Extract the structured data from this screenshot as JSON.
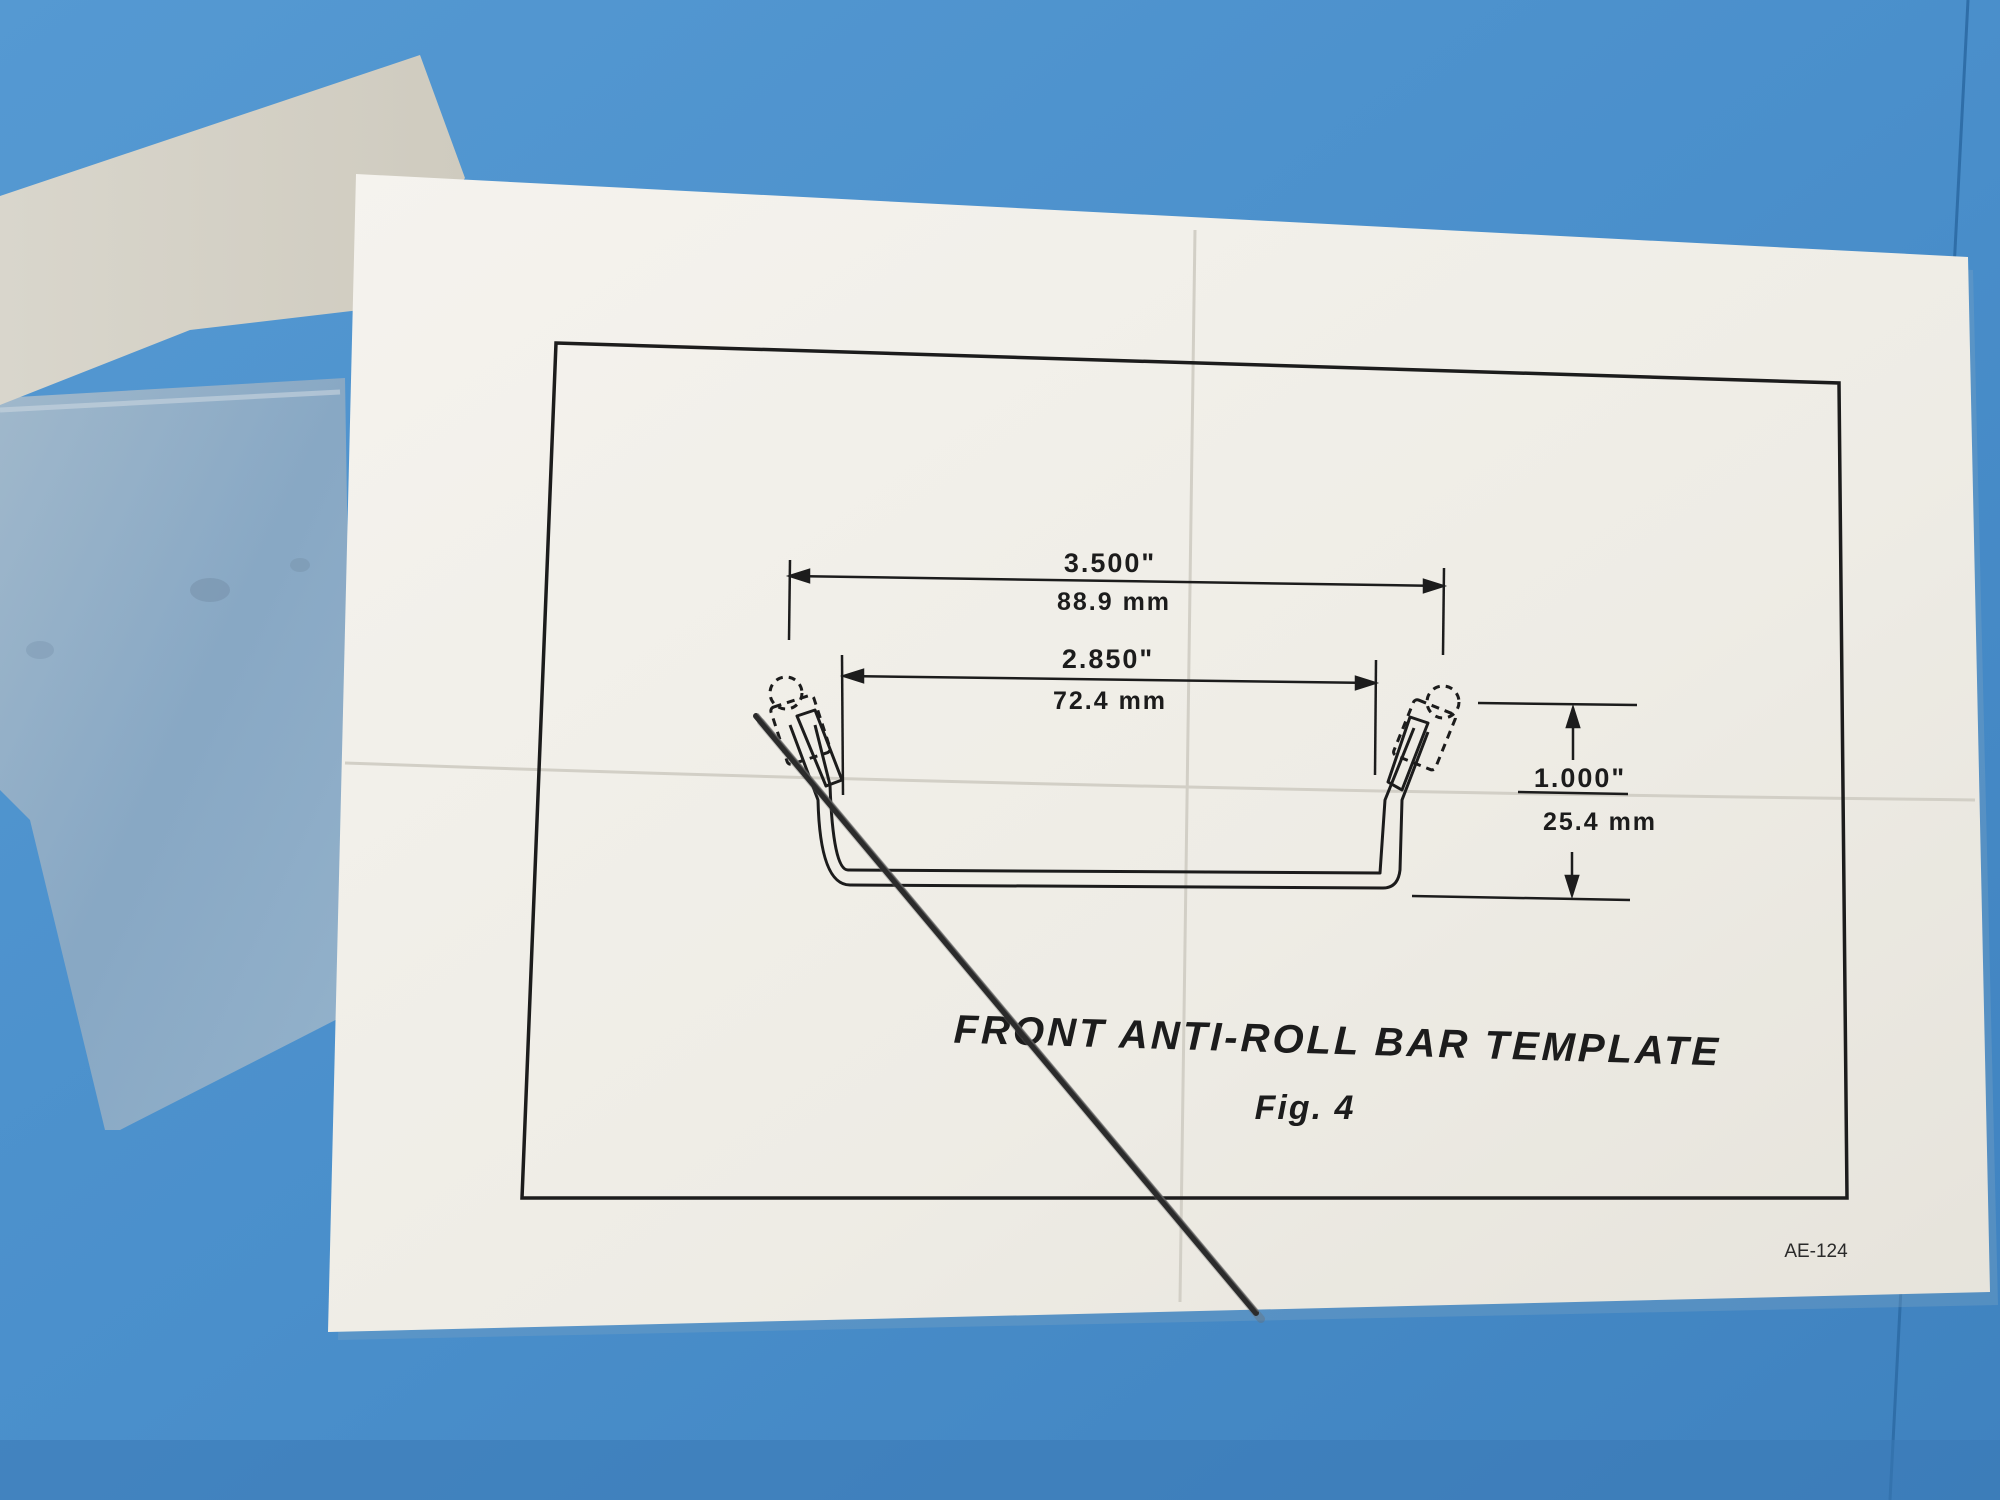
{
  "template": {
    "dim_outer_in": "3.500\"",
    "dim_outer_mm": "88.9 mm",
    "dim_inner_in": "2.850\"",
    "dim_inner_mm": "72.4 mm",
    "dim_height_in": "1.000\"",
    "dim_height_mm": "25.4 mm",
    "title": "FRONT ANTI-ROLL BAR TEMPLATE",
    "figure": "Fig. 4",
    "code": "AE-124"
  },
  "colors": {
    "table_blue": "#4a90cc",
    "paper": "#f1efe8",
    "ink": "#1c1c1c",
    "rod": "#2b2b2b"
  }
}
